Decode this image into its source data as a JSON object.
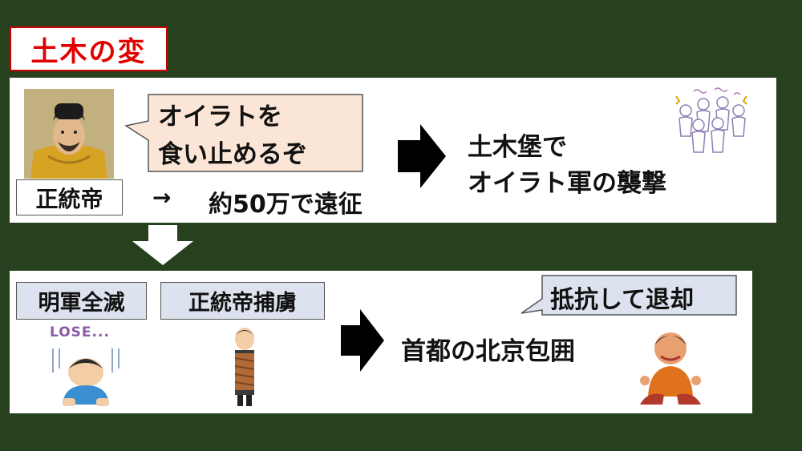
{
  "title": "土木の変",
  "top": {
    "speech_line1": "オイラトを",
    "speech_line2": "食い止めるぞ",
    "emperor_label": "正統帝",
    "arrow_text": "→",
    "expedition": "約50万で遠征",
    "result_line1": "土木堡で",
    "result_line2": "オイラト軍の襲撃"
  },
  "bottom": {
    "label1": "明軍全滅",
    "label2": "正統帝捕虜",
    "lose_text": "LOSE...",
    "siege": "首都の北京包囲",
    "speech": "抵抗して退却"
  },
  "colors": {
    "background": "#27401e",
    "title_red": "#e00000",
    "speech_fill": "#fbe5d6",
    "label_blue": "#dde3ee"
  }
}
